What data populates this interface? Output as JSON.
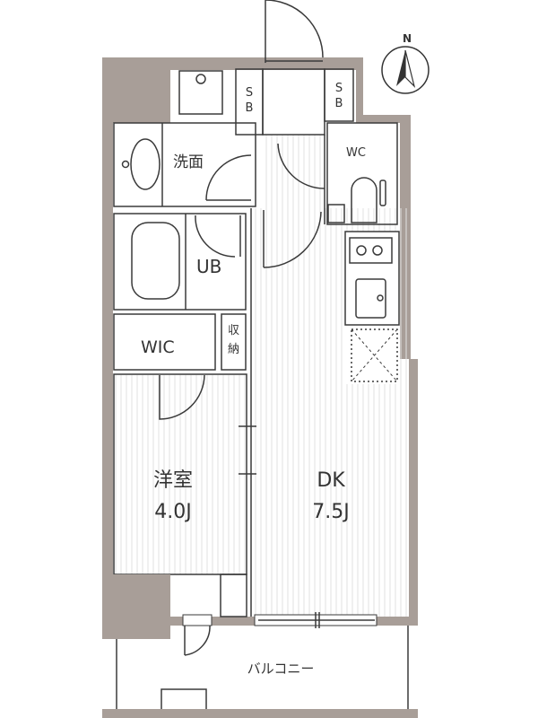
{
  "compass": {
    "north_label": "N"
  },
  "rooms": {
    "washroom": "洗面",
    "sb_left": [
      "S",
      "B"
    ],
    "sb_right": [
      "S",
      "B"
    ],
    "wc": "WC",
    "unit_bath": "UB",
    "wic": "WIC",
    "storage": [
      "収",
      "納"
    ],
    "western_room": {
      "name": "洋室",
      "size": "4.0J"
    },
    "dining_kitchen": {
      "name": "DK",
      "size": "7.5J"
    },
    "balcony": "バルコニー"
  },
  "colors": {
    "wall": "#a89e98",
    "line": "#3a3a3a",
    "floor_stripe": "#e2e2e2"
  }
}
